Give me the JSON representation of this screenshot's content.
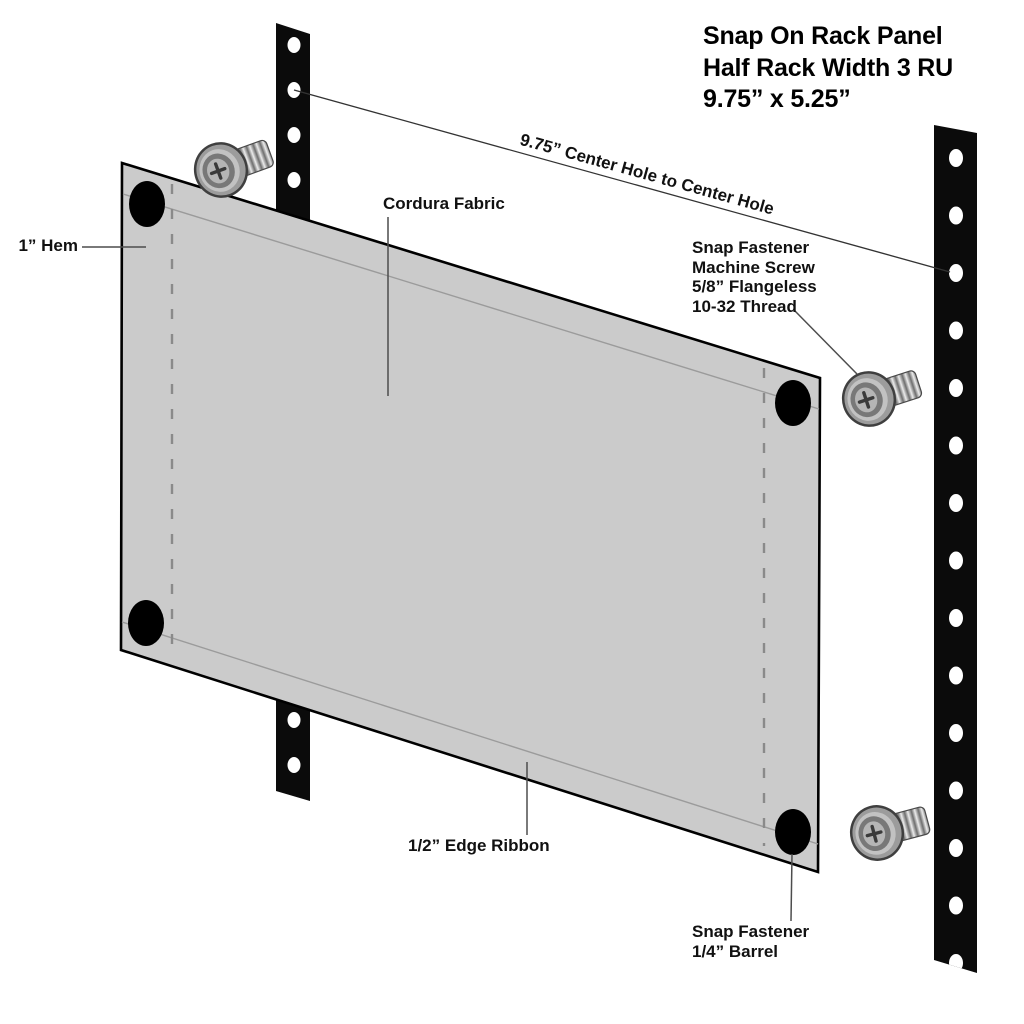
{
  "diagram_type": "technical-assembly-diagram",
  "title": {
    "line1": "Snap On Rack Panel",
    "line2": "Half Rack Width 3 RU",
    "line3": "9.75” x 5.25”"
  },
  "labels": {
    "hem": "1” Hem",
    "fabric": "Cordura Fabric",
    "center_to_center": "9.75” Center Hole to Center Hole",
    "machine_screw_line1": "Snap Fastener",
    "machine_screw_line2": "Machine Screw",
    "machine_screw_line3": "5/8” Flangeless",
    "machine_screw_line4": "10-32 Thread",
    "edge_ribbon": "1/2” Edge Ribbon",
    "barrel_line1": "Snap Fastener",
    "barrel_line2": "1/4” Barrel"
  },
  "icons": {
    "rack_rail_left": "rack-rail-icon",
    "rack_rail_right": "rack-rail-icon",
    "machine_screw": "machine-screw-icon",
    "snap_fastener": "snap-fastener-dot-icon"
  },
  "colors": {
    "background": "#ffffff",
    "panel_fill": "#cbcbcb",
    "panel_outline": "#000000",
    "rail_fill": "#0b0b0b",
    "rail_hole_fill": "#ffffff",
    "hem_stitch_line": "#9b9b9b",
    "fold_dash_line": "#8a8a8a",
    "leader_line": "#4d4d4d",
    "text": "#111111"
  }
}
